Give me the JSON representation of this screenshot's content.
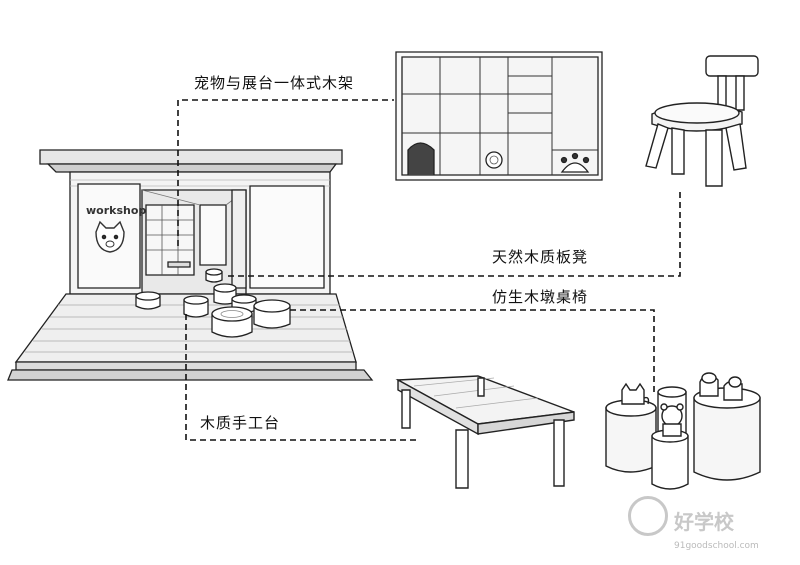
{
  "labels": {
    "pet_shelf": "宠物与展台一体式木架",
    "bench": "天然木质板凳",
    "stump_seats": "仿生木墩桌椅",
    "workbench": "木质手工台"
  },
  "house": {
    "sign": "workshop"
  },
  "watermark": {
    "brand": "好学校",
    "site": "91goodschool.com"
  }
}
